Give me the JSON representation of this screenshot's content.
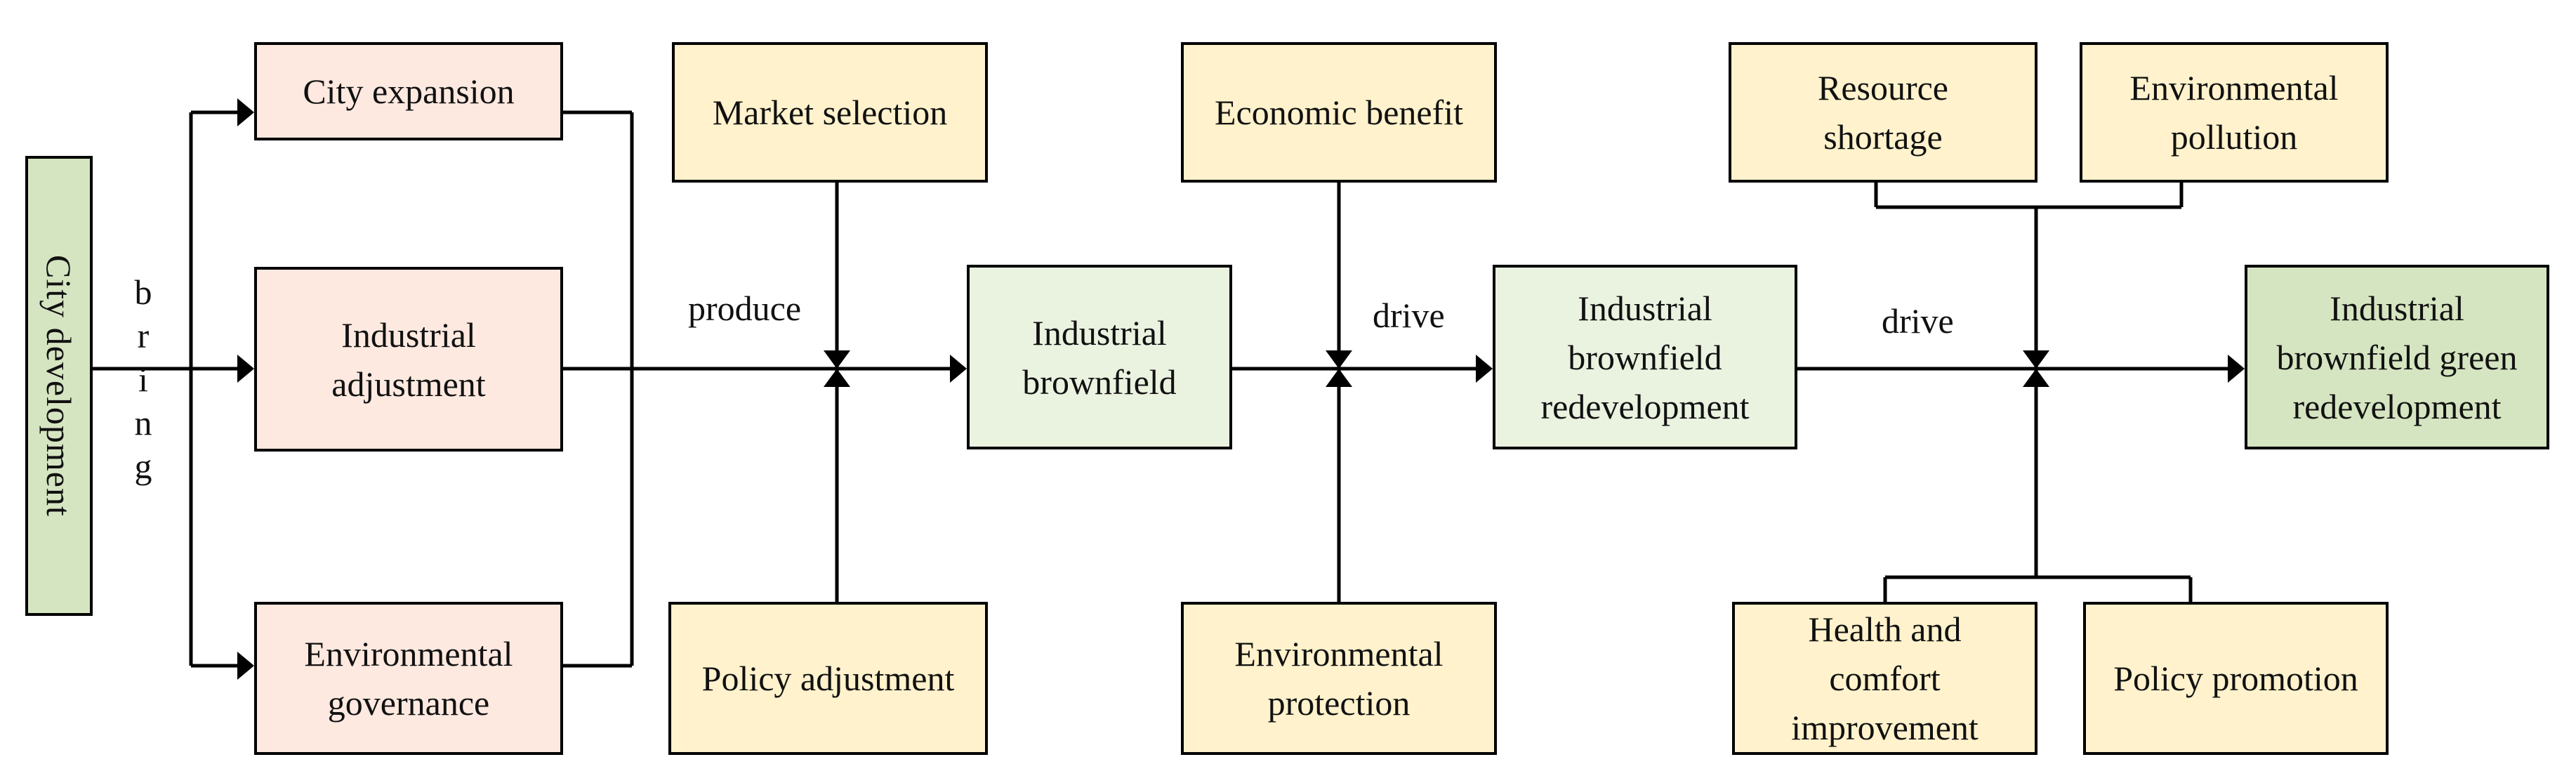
{
  "colors": {
    "pink": "#fde9e0",
    "yellow": "#fff2cc",
    "green_light": "#eaf2e0",
    "green": "#d5e5c1",
    "line": "#000000"
  },
  "nodes": {
    "city_development": "City development",
    "city_expansion": "City expansion",
    "industrial_adjustment": "Industrial\nadjustment",
    "environmental_governance": "Environmental\ngovernance",
    "market_selection": "Market selection",
    "policy_adjustment": "Policy adjustment",
    "industrial_brownfield": "Industrial\nbrownfield",
    "economic_benefit": "Economic benefit",
    "environmental_protection": "Environmental\nprotection",
    "industrial_brownfield_redevelopment": "Industrial\nbrownfield\nredevelopment",
    "resource_shortage": "Resource\nshortage",
    "environmental_pollution": "Environmental\npollution",
    "health_comfort": "Health and\ncomfort\nimprovement",
    "policy_promotion": "Policy promotion",
    "green_redevelopment": "Industrial\nbrownfield green\nredevelopment"
  },
  "labels": {
    "bring": [
      "b",
      "r",
      "i",
      "n",
      "g"
    ],
    "produce": "produce",
    "drive_1": "drive",
    "drive_2": "drive"
  }
}
